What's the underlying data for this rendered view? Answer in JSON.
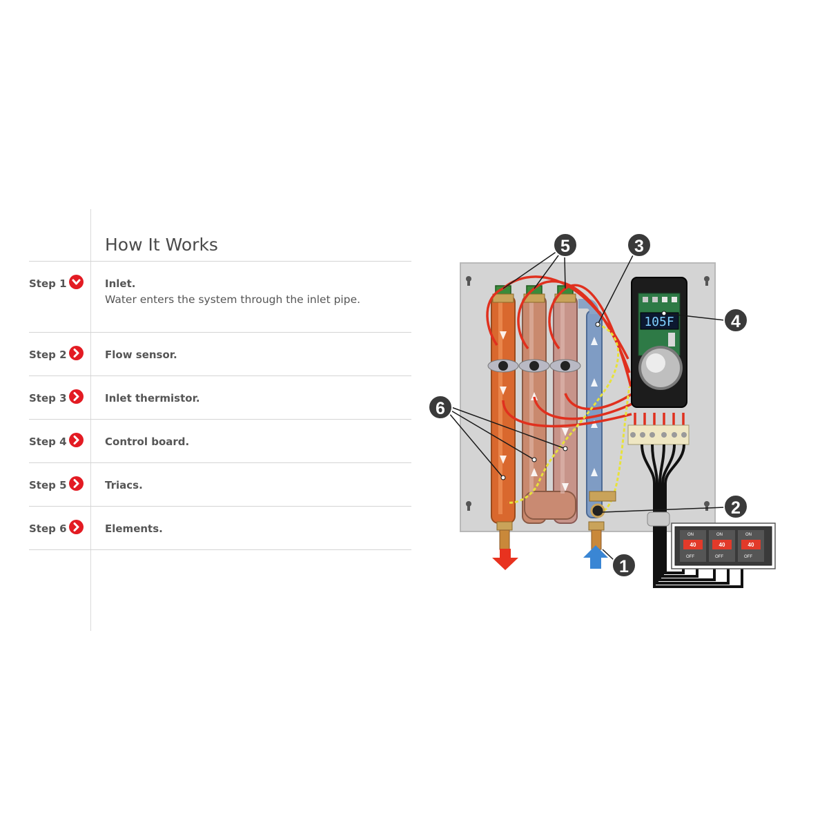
{
  "section": {
    "title": "How It Works"
  },
  "steps": [
    {
      "label": "Step 1",
      "heading": "Inlet.",
      "description": "Water enters the system through the inlet pipe.",
      "expanded": true
    },
    {
      "label": "Step 2",
      "heading": "Flow sensor.",
      "expanded": false
    },
    {
      "label": "Step 3",
      "heading": "Inlet thermistor.",
      "expanded": false
    },
    {
      "label": "Step 4",
      "heading": "Control board.",
      "expanded": false
    },
    {
      "label": "Step 5",
      "heading": "Triacs.",
      "expanded": false
    },
    {
      "label": "Step 6",
      "heading": "Elements.",
      "expanded": false
    }
  ],
  "diagram": {
    "display": "105F",
    "callouts": [
      "1",
      "2",
      "3",
      "4",
      "5",
      "6"
    ],
    "breaker": {
      "on": "ON",
      "off": "OFF",
      "rating": "40"
    }
  },
  "colors": {
    "accent": "#e31b23",
    "pipe_copper": "#d9682e",
    "cold_water": "#3a86d4",
    "hot_water": "#e8321f",
    "panel": "#d6d6d6"
  },
  "icons": {
    "expanded": "chevron-down-icon",
    "collapsed": "chevron-right-icon"
  }
}
